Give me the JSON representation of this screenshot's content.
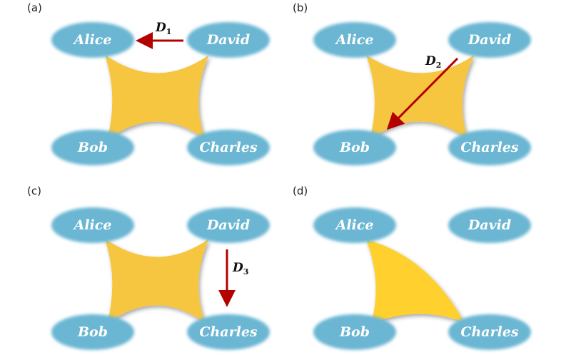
{
  "colors": {
    "node_fill": "#6ab6d3",
    "star_fill": "#f6c640",
    "single_fill": "#ffd02e",
    "arrow": "#b30000"
  },
  "panels": [
    {
      "label": "(a)",
      "nodes": {
        "alice": "Alice",
        "david": "David",
        "bob": "Bob",
        "charles": "Charles"
      },
      "arrow": {
        "name": "D",
        "sub": "1"
      }
    },
    {
      "label": "(b)",
      "nodes": {
        "alice": "Alice",
        "david": "David",
        "bob": "Bob",
        "charles": "Charles"
      },
      "arrow": {
        "name": "D",
        "sub": "2"
      }
    },
    {
      "label": "(c)",
      "nodes": {
        "alice": "Alice",
        "david": "David",
        "bob": "Bob",
        "charles": "Charles"
      },
      "arrow": {
        "name": "D",
        "sub": "3"
      }
    },
    {
      "label": "(d)",
      "nodes": {
        "alice": "Alice",
        "david": "David",
        "bob": "Bob",
        "charles": "Charles"
      }
    }
  ]
}
